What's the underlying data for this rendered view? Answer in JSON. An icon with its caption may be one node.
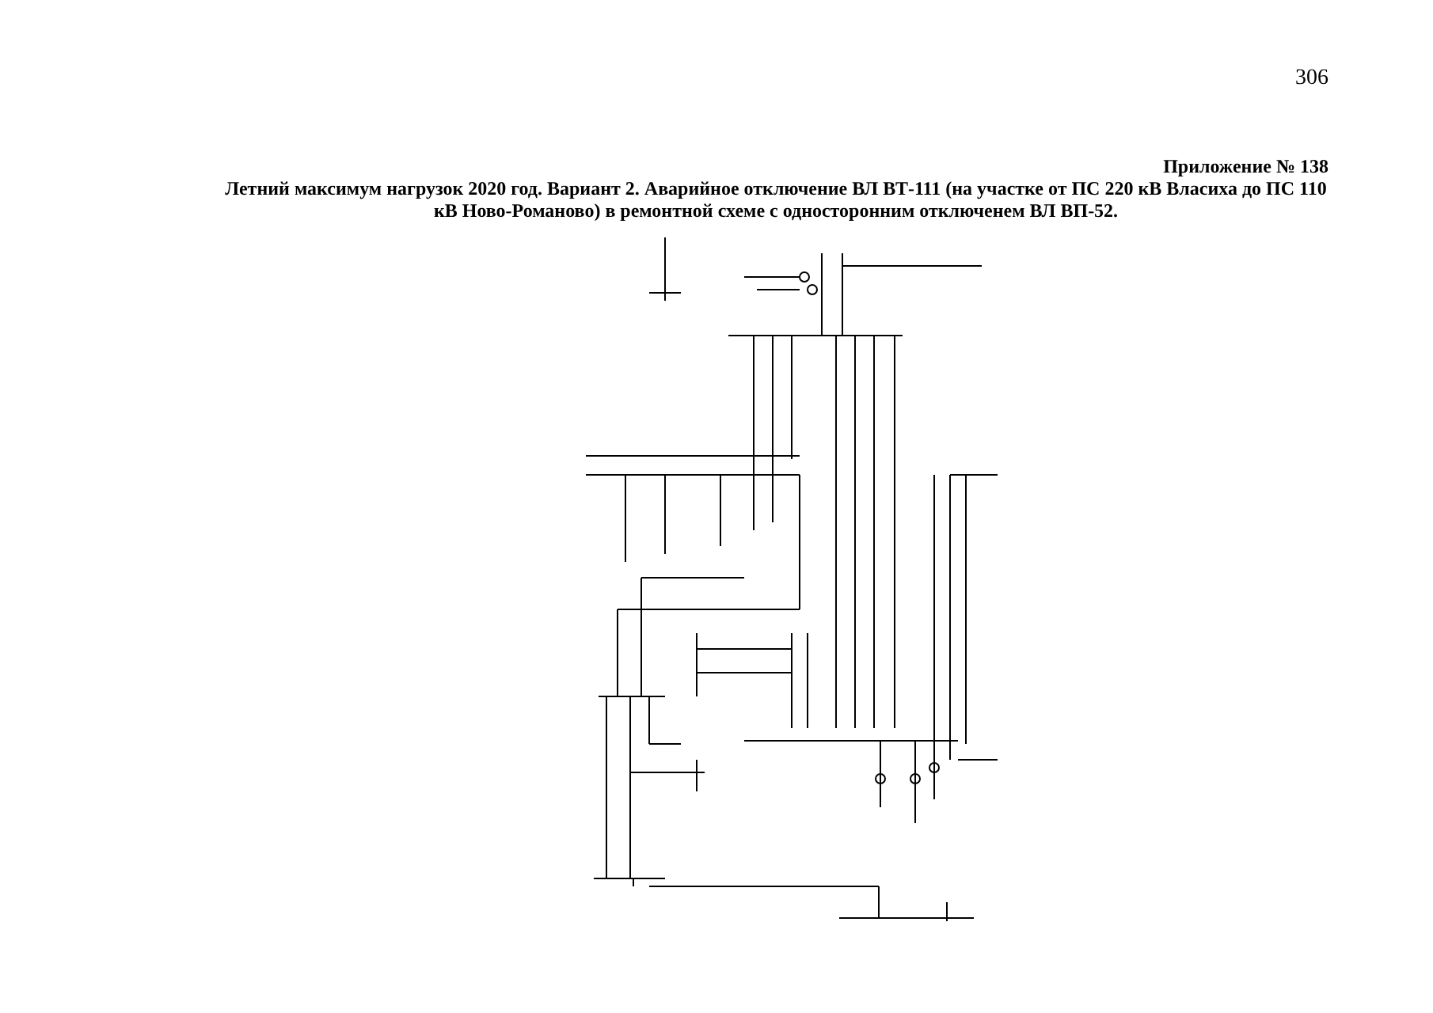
{
  "diagram": {
    "title": "Летний максимум нагрузок 2020 год. Вариант 2. Аварийное отключение ВЛ ВТ-111 (на участке от ПС 220 кВ Власиха до ПС 110 кВ Ново-Романово) в ремонтной схеме с односторонним отключенем ВЛ ВП-52.",
    "labels": [
      "306",
      "Приложение № 138"
    ]
  }
}
